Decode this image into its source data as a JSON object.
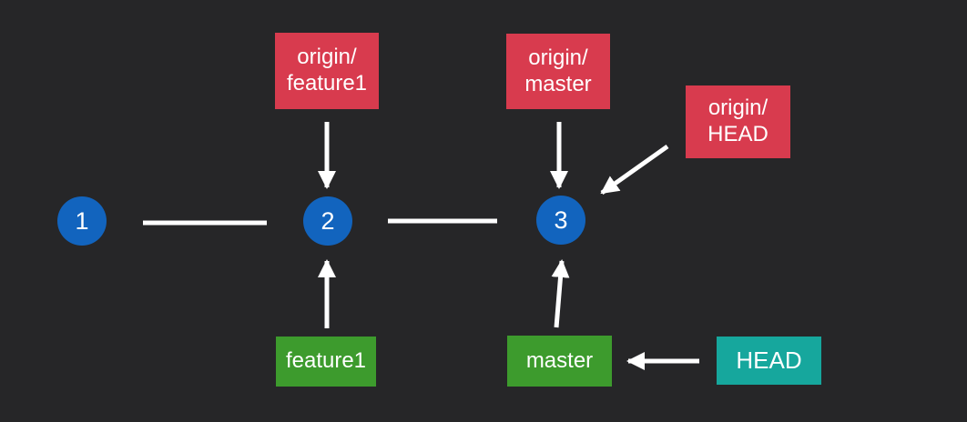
{
  "colors": {
    "background": "#262628",
    "commit_circle": "#1264BE",
    "remote_ref_box": "#D83B4E",
    "local_branch_box": "#3D9B2D",
    "head_box": "#16A79D",
    "connector": "#FFFFFF",
    "text": "#FFFFFF"
  },
  "commits": [
    {
      "label": "1"
    },
    {
      "label": "2"
    },
    {
      "label": "3"
    }
  ],
  "refs": {
    "origin_feature1": "origin/\nfeature1",
    "origin_master": "origin/\nmaster",
    "origin_head": "origin/\nHEAD",
    "feature1": "feature1",
    "master": "master",
    "head": "HEAD"
  }
}
